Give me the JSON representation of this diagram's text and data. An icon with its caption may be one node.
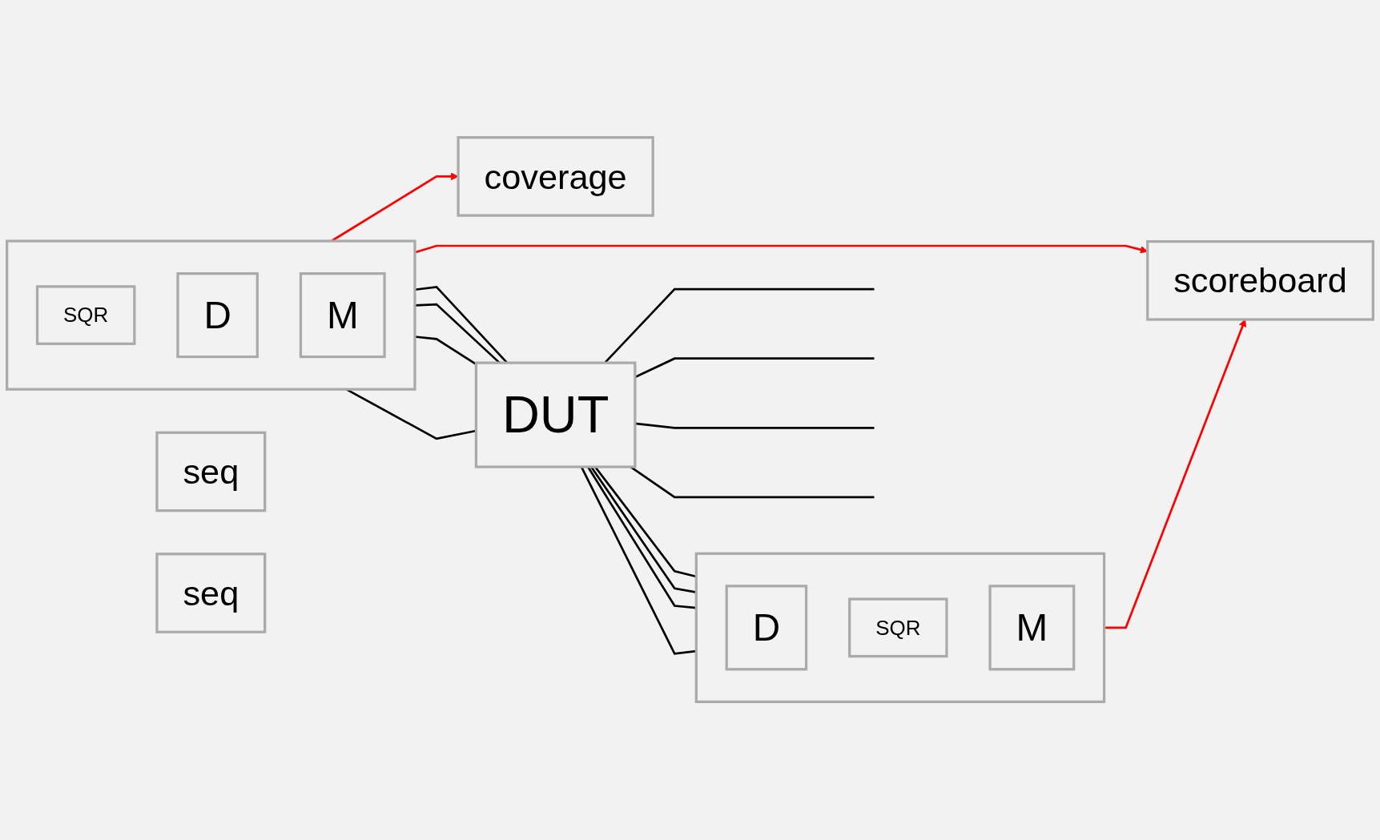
{
  "diagram": {
    "nodes": [
      {
        "text": [
          "scoreboard"
        ]
      },
      {
        "text": [
          "coverage"
        ]
      },
      {
        "text": [
          "seq"
        ]
      },
      {
        "text": [],
        "shape": "box"
      },
      {
        "text": [
          "SQR"
        ],
        "in": 3
      },
      {
        "text": [
          "D"
        ],
        "in": 3
      },
      {
        "text": [
          "M"
        ],
        "in": 3
      },
      {
        "text": [
          "DUT"
        ]
      },
      {
        "text": [],
        "shape": "box"
      },
      {
        "text": [
          "D"
        ],
        "in": 8
      },
      {
        "text": [
          "SQR"
        ],
        "in": 8
      },
      {
        "text": [
          "M"
        ],
        "in": 8
      },
      {
        "text": [
          "seq"
        ]
      }
    ],
    "edges": [
      {
        "from": 3,
        "to": 0,
        "arrow": "to",
        "color": "#ff0000"
      },
      {
        "from": 3,
        "to": 1,
        "arrow": "to",
        "color": "#ff0000"
      },
      {
        "from": 8,
        "to": 0,
        "arrow": "to",
        "color": "#ff0000"
      },
      {
        "from": 3,
        "to": 7,
        "arrow": "none"
      },
      {
        "from": 3,
        "to": 7,
        "arrow": "none"
      },
      {
        "from": 3,
        "to": 7,
        "arrow": "none"
      },
      {
        "from": 3,
        "to": 7,
        "arrow": "none"
      },
      {
        "from": 7,
        "to": 8,
        "arrow": "none"
      },
      {
        "from": 7,
        "to": 8,
        "arrow": "none"
      },
      {
        "from": 7,
        "to": 8,
        "arrow": "none"
      },
      {
        "from": 7,
        "to": 8,
        "arrow": "none"
      },
      {
        "from": 7,
        "to": null,
        "arrow": "none"
      },
      {
        "from": 7,
        "to": null,
        "arrow": "none"
      },
      {
        "from": 7,
        "to": null,
        "arrow": "none"
      },
      {
        "from": 7,
        "to": null,
        "arrow": "none"
      }
    ]
  }
}
